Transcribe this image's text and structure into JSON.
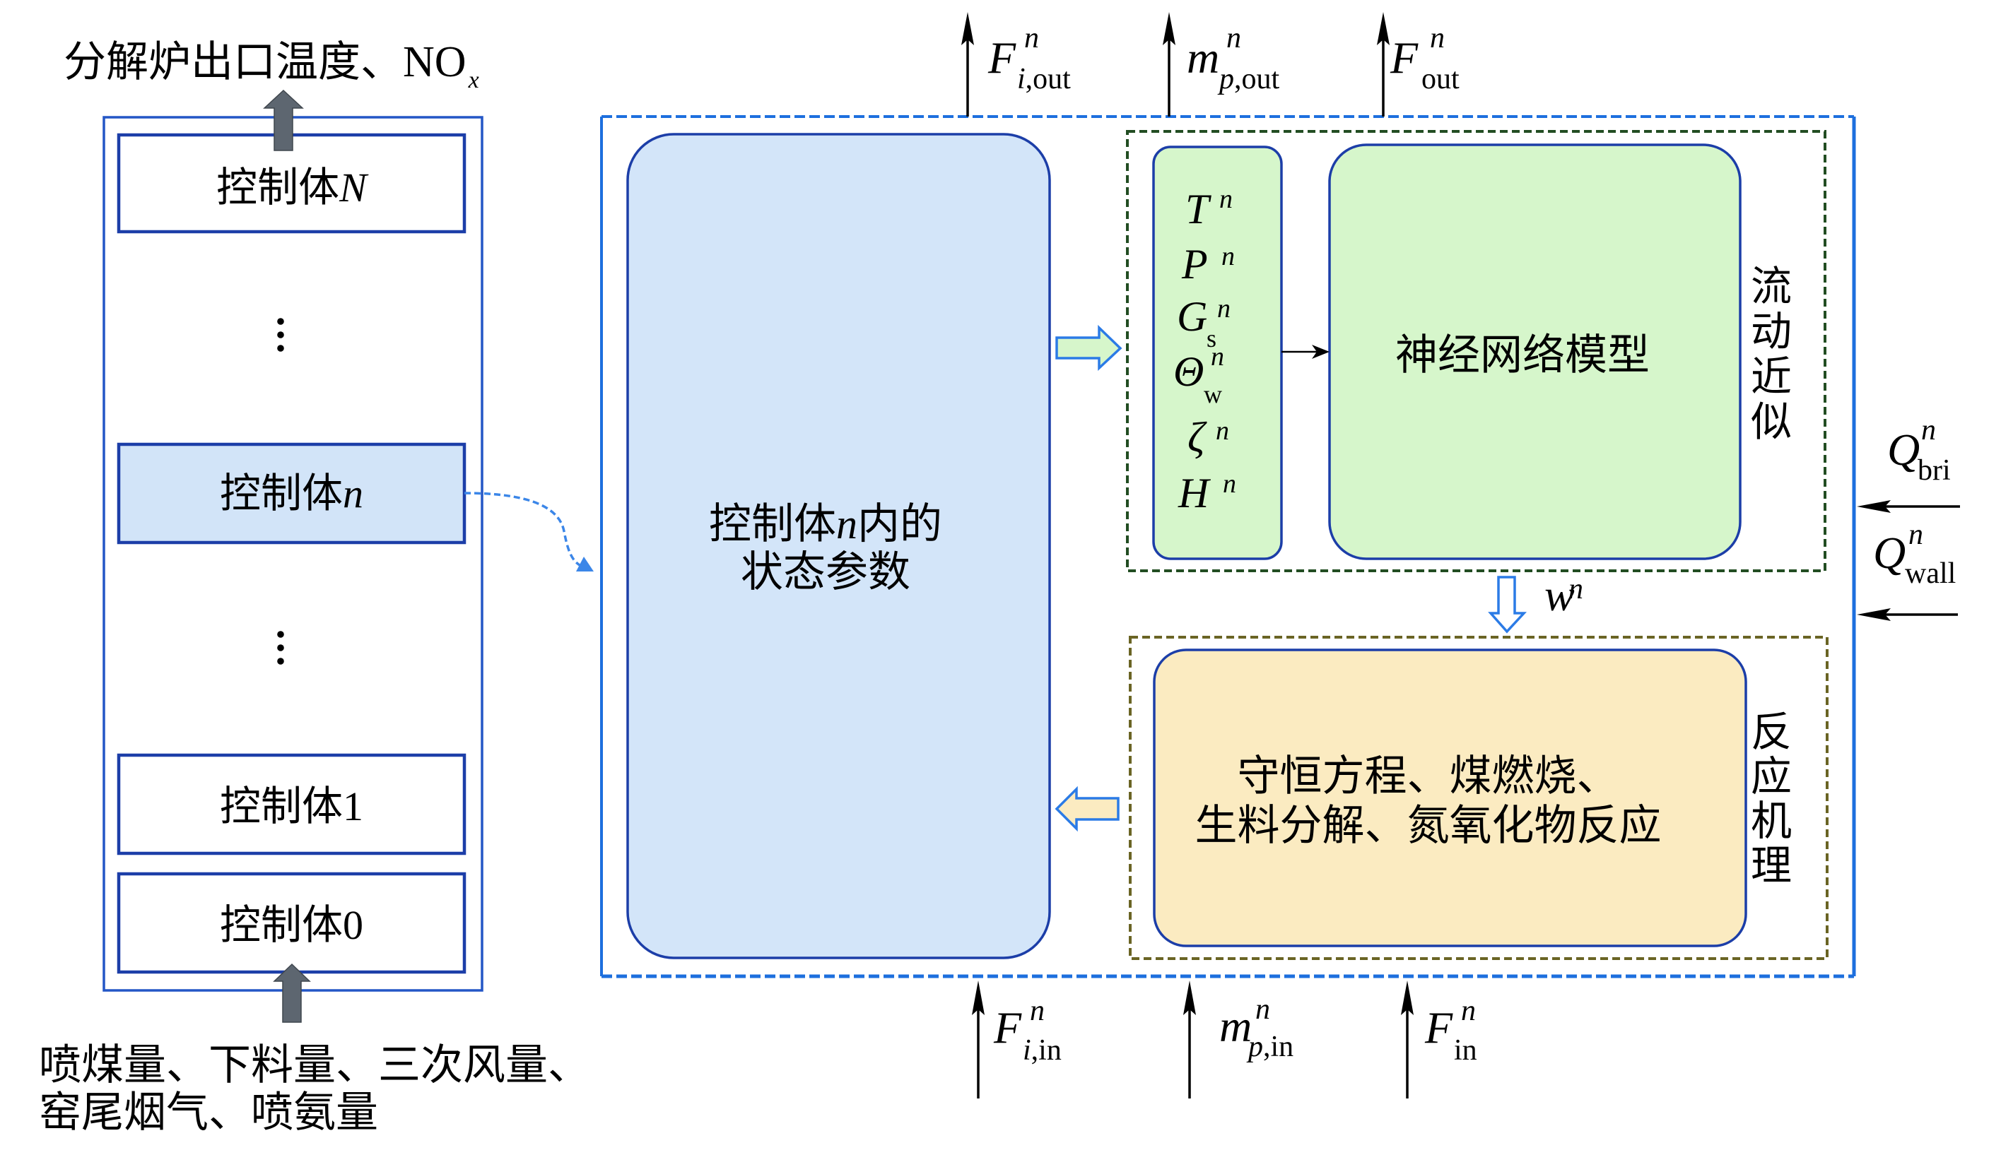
{
  "figure": {
    "left_panel": {
      "output": {
        "text": "分解炉出口温度、",
        "species": "NO",
        "species_sub": "x"
      },
      "control_volumes": [
        {
          "prefix": "控制体",
          "index": "N"
        },
        {
          "prefix": "控制体",
          "index": "n"
        },
        {
          "prefix": "控制体",
          "index": "1"
        },
        {
          "prefix": "控制体",
          "index": "0"
        }
      ],
      "inputs_lines": [
        "喷煤量、下料量、三次风量、",
        "窑尾烟气、喷氨量"
      ]
    },
    "detail_panel": {
      "state_box": {
        "prefix": "控制体",
        "index": "n",
        "suffix": "内的",
        "line2": "状态参数"
      },
      "flow_approximation": {
        "label": "流动近似",
        "variables": [
          {
            "symbol": "T",
            "sup": "n",
            "sub": ""
          },
          {
            "symbol": "P",
            "sup": "n",
            "sub": ""
          },
          {
            "symbol": "G",
            "sup": "n",
            "sub": "s"
          },
          {
            "symbol": "Θ",
            "sup": "n",
            "sub": "w"
          },
          {
            "symbol": "ζ",
            "sup": "n",
            "sub": ""
          },
          {
            "symbol": "H",
            "sup": "n",
            "sub": ""
          }
        ],
        "model_label": "神经网络模型"
      },
      "coupling": {
        "symbol": "w",
        "sup": "n"
      },
      "reaction_mechanism": {
        "label": "反应机理",
        "lines": [
          "守恒方程、煤燃烧、",
          "生料分解、氮氧化物反应"
        ]
      },
      "outflows": [
        {
          "symbol": "F",
          "sup": "n",
          "sub_italic": "i",
          "sub_roman": ",out"
        },
        {
          "symbol": "m",
          "sup": "n",
          "sub_italic": "p",
          "sub_roman": ",out"
        },
        {
          "symbol": "F",
          "sup": "n",
          "sub_italic": "",
          "sub_roman": "out"
        }
      ],
      "inflows": [
        {
          "symbol": "F",
          "sup": "n",
          "sub_italic": "i",
          "sub_roman": ",in"
        },
        {
          "symbol": "m",
          "sup": "n",
          "sub_italic": "p",
          "sub_roman": ",in"
        },
        {
          "symbol": "F",
          "sup": "n",
          "sub_italic": "",
          "sub_roman": "in"
        }
      ],
      "heat_inputs": [
        {
          "symbol": "Q",
          "sup": "n",
          "sub_roman": "bri"
        },
        {
          "symbol": "Q",
          "sup": "n",
          "sub_roman": "wall"
        }
      ]
    }
  },
  "colors": {
    "frame_blue": "#2356c6",
    "box_border": "#1c3ea8",
    "detail_frame": "#1d6fde",
    "cv_highlight": "#d2e4f8",
    "state_fill": "#d3e5f9",
    "flow_fill": "#d6f6cb",
    "reaction_fill": "#fbebc1",
    "flow_group_border": "#224d22",
    "reaction_group_border": "#6a6424",
    "hollow_arrow": "#2b7be6",
    "link_arrow": "#3b86e8",
    "gray_arrow": "#5d6670"
  }
}
